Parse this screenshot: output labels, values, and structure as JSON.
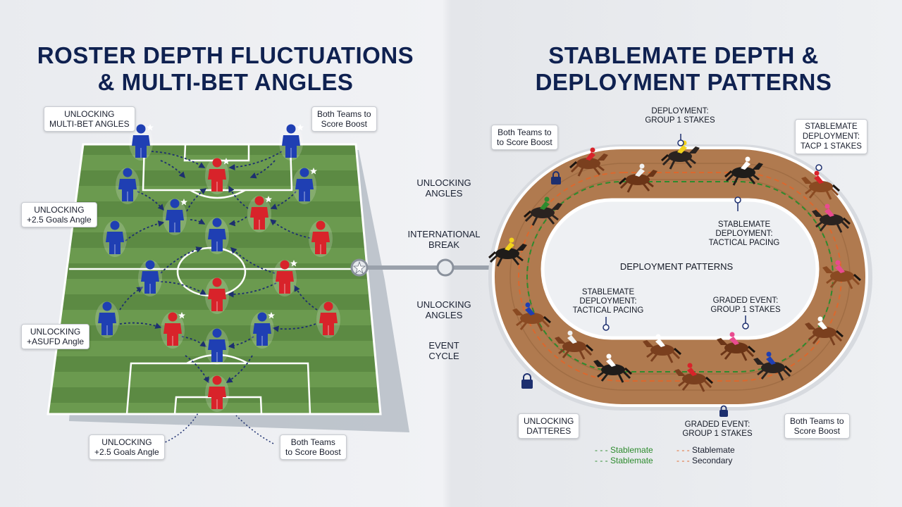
{
  "left": {
    "title_line1": "ROSTER DEPTH FLUCTUATIONS",
    "title_line2": "& MULTI-BET ANGLES",
    "callouts": {
      "top_left": "UNLOCKING\nMULTI-BET ANGLES",
      "top_right": "Both Teams to\nScore Boost",
      "mid_left_1": "UNLOCKING\n+2.5 Goals Angle",
      "mid_left_2": "UNLOCKING\n+ASUFD Angle",
      "bottom_left": "UNLOCKING\n+2.5 Goals Angle",
      "bottom_right": "Both Teams\nto Score Boost"
    },
    "colors": {
      "home": "#1f3fb3",
      "away": "#d8232a",
      "pitch": "#5f8f46"
    }
  },
  "flow": {
    "labels": [
      "UNLOCKING\nANGLES",
      "INTERNATIONAL\nBREAK",
      "UNLOCKING\nANGLES",
      "EVENT\nCYCLE"
    ]
  },
  "right": {
    "title_line1": "STABLEMATE DEPTH &",
    "title_line2": "DEPLOYMENT PATTERNS",
    "callouts": {
      "top_left": "Both Teams to\nto Score Boost",
      "top_right": "STABLEMATE\nDEPLOYMENT:\nTACP 1 STAKES",
      "bottom_left": "UNLOCKING\nDATTERES",
      "bottom_right": "Both Teams to\nScore Boost"
    },
    "track_labels": {
      "top": "DEPLOYMENT:\nGROUP 1 STAKES",
      "inner_right": "STABLEMATE\nDEPLOYMENT:\nTACTICAL PACING",
      "center": "DEPLOYMENT PATTERNS",
      "inner_left": "STABLEMATE\nDEPLOYMENT:\nTACTICAL PACING",
      "inner_bottom_right": "GRADED EVENT:\nGROUP 1 STAKES",
      "bottom": "GRADED EVENT:\nGROUP 1 STAKES"
    },
    "legend": [
      {
        "label": "Stablemate",
        "color": "#2e8b2e"
      },
      {
        "label": "Stablemate",
        "color": "#2e8b2e"
      },
      {
        "label": "Stablemate",
        "color": "#e0662a"
      },
      {
        "label": "Secondary",
        "color": "#e0662a"
      }
    ],
    "colors": {
      "track": "#b07a4f",
      "rail": "#ffffff",
      "infield": "#eef0f3"
    }
  }
}
